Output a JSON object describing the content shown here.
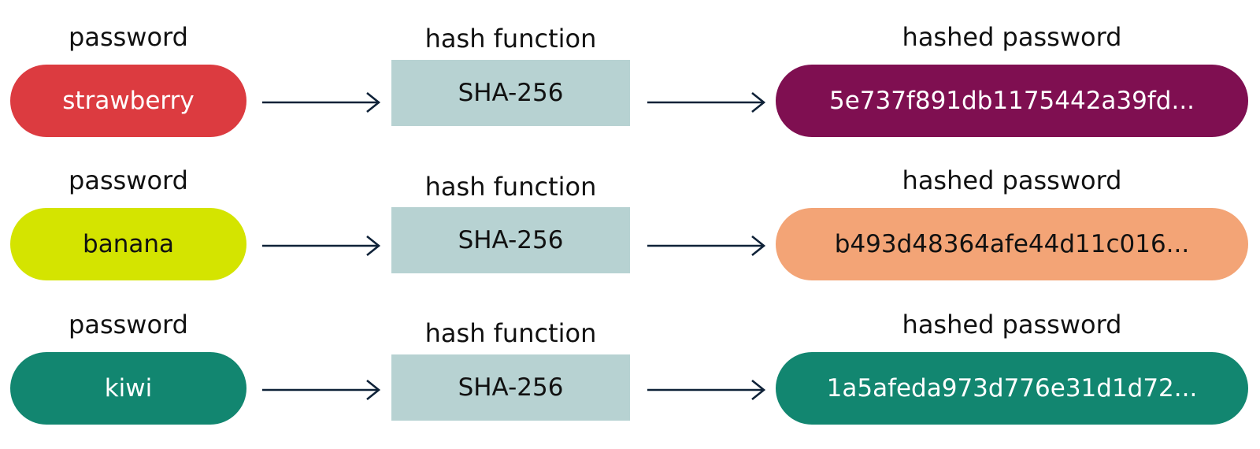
{
  "rows": [
    {
      "password_label": "password",
      "password": "strawberry",
      "password_color": "#dc3b40",
      "password_text_color": "#ffffff",
      "function_label": "hash function",
      "function": "SHA-256",
      "function_color": "#b7d2d2",
      "hashed_label": "hashed password",
      "hashed": "5e737f891db1175442a39fd...",
      "hashed_color": "#7f0f51",
      "hashed_text_color": "#ffffff"
    },
    {
      "password_label": "password",
      "password": "banana",
      "password_color": "#d4e400",
      "password_text_color": "#111111",
      "function_label": "hash function",
      "function": "SHA-256",
      "function_color": "#b7d2d2",
      "hashed_label": "hashed password",
      "hashed": "b493d48364afe44d11c016...",
      "hashed_color": "#f3a476",
      "hashed_text_color": "#111111"
    },
    {
      "password_label": "password",
      "password": "kiwi",
      "password_color": "#128670",
      "password_text_color": "#ffffff",
      "function_label": "hash function",
      "function": "SHA-256",
      "function_color": "#b7d2d2",
      "hashed_label": "hashed password",
      "hashed": "1a5afeda973d776e31d1d72...",
      "hashed_color": "#128670",
      "hashed_text_color": "#ffffff"
    }
  ],
  "arrow_color": "#0f2238"
}
